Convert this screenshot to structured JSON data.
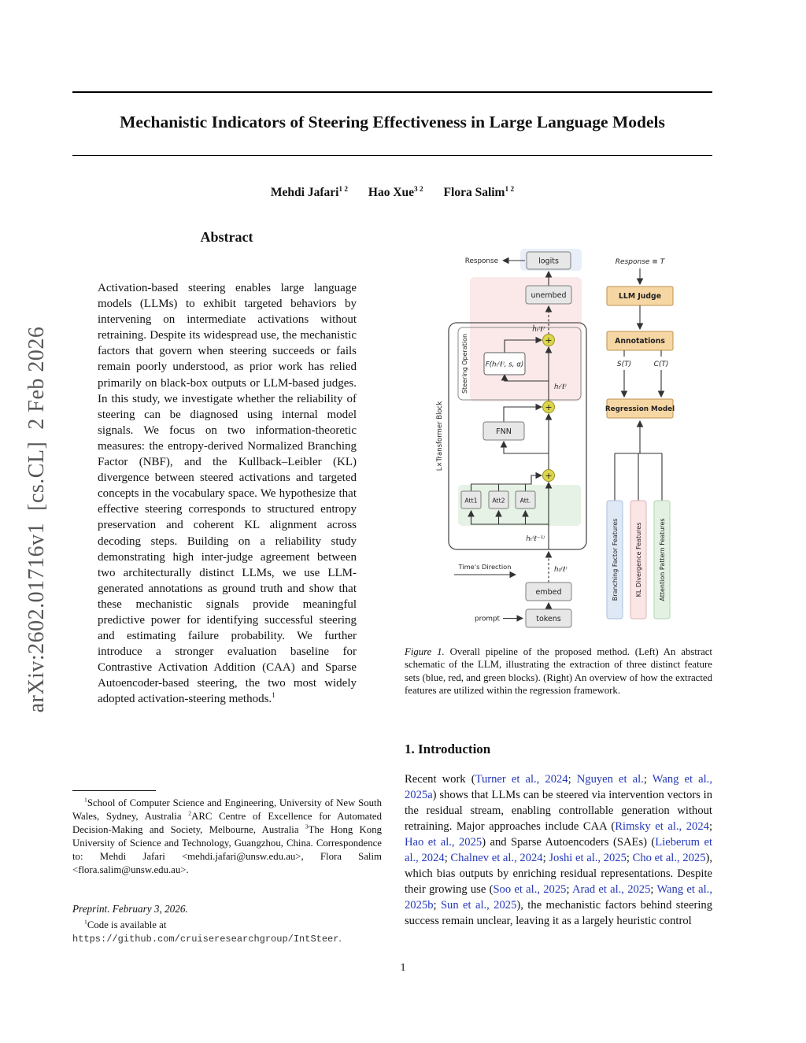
{
  "arxiv_banner": "arXiv:2602.01716v1  [cs.CL]  2 Feb 2026",
  "header": {
    "title": "Mechanistic Indicators of Steering Effectiveness in Large Language Models"
  },
  "authors": {
    "a1": {
      "name": "Mehdi Jafari",
      "sup": "1 2"
    },
    "a2": {
      "name": "Hao Xue",
      "sup": "3 2"
    },
    "a3": {
      "name": "Flora Salim",
      "sup": "1 2"
    }
  },
  "abstract": {
    "heading": "Abstract",
    "text": "Activation-based steering enables large language models (LLMs) to exhibit targeted behaviors by intervening on intermediate activations without retraining. Despite its widespread use, the mechanistic factors that govern when steering succeeds or fails remain poorly understood, as prior work has relied primarily on black-box outputs or LLM-based judges. In this study, we investigate whether the reliability of steering can be diagnosed using internal model signals. We focus on two information-theoretic measures: the entropy-derived Normalized Branching Factor (NBF), and the Kullback–Leibler (KL) divergence between steered activations and targeted concepts in the vocabulary space. We hypothesize that effective steering corresponds to structured entropy preservation and coherent KL alignment across decoding steps. Building on a reliability study demonstrating high inter-judge agreement between two architecturally distinct LLMs, we use LLM-generated annotations as ground truth and show that these mechanistic signals provide meaningful predictive power for identifying successful steering and estimating failure probability. We further introduce a stronger evaluation baseline for Contrastive Activation Addition (CAA) and Sparse Autoencoder-based steering, the two most widely adopted activation-steering methods.",
    "footnote_marker": "1"
  },
  "figure": {
    "caption_label": "Figure 1.",
    "caption_text": " Overall pipeline of the proposed method. (Left) An abstract schematic of the LLM, illustrating the extraction of three distinct feature sets (blue, red, and green blocks). (Right) An overview of how the extracted features are utilized within the regression framework.",
    "colors": {
      "branching_blue": "#e8eff8",
      "kl_red": "#fbe9e9",
      "attention_green": "#e6f2e6",
      "judge_tan": "#f6d7a4",
      "plus_yellow": "#ddd64a"
    },
    "left": {
      "response": "Response",
      "logits": "logits",
      "unembed": "unembed",
      "h_hat": "ĥₜ⁽ℓ⁾",
      "steering_op": "Steering Operation",
      "f_box": "F(hₜ⁽ℓ⁾, s, α)",
      "h_t": "hₜ⁽ℓ⁾",
      "fnn": "FNN",
      "att1": "Att1",
      "att2": "Att2",
      "att3": "Att.",
      "h_prev": "hₜ⁽ℓ⁻¹⁾",
      "transformer_block": "L×Transformer Block",
      "time_direction": "Time's Direction",
      "h0": "h₀⁽ℓ⁾",
      "embed": "embed",
      "prompt": "prompt",
      "tokens": "tokens",
      "plus": "+"
    },
    "right": {
      "response_T": "Response ≡ T",
      "llm_judge": "LLM Judge",
      "annotations": "Annotations",
      "s_t": "S(T)",
      "c_t": "C(T)",
      "regression": "Regression Model",
      "bar_bf": "Branching Factor Features",
      "bar_kl": "KL Divergence Features",
      "bar_att": "Attention Pattern Features"
    }
  },
  "footnotes": {
    "affil": {
      "sup1": "1",
      "text1": "School of Computer Science and Engineering, University of New South Wales, Sydney, Australia ",
      "sup2": "2",
      "text2": "ARC Centre of Excellence for Automated Decision-Making and Society, Melbourne, Australia ",
      "sup3": "3",
      "text3": "The Hong Kong University of Science and Technology, Guangzhou, China. Correspondence to: Mehdi Jafari <mehdi.jafari@unsw.edu.au>, Flora Salim <flora.salim@unsw.edu.au>."
    },
    "preprint": "Preprint. February 3, 2026.",
    "code": {
      "sup": "1",
      "prefix": "Code is available at ",
      "url": "https://github.com/cruiseresearchgroup/IntSteer",
      "suffix": "."
    }
  },
  "intro": {
    "heading": "1. Introduction",
    "segments": [
      {
        "t": "Recent work ("
      },
      {
        "t": "Turner et al., 2024"
      },
      {
        "t": "; "
      },
      {
        "t": "Nguyen et al."
      },
      {
        "t": "; "
      },
      {
        "t": "Wang et al., 2025a"
      },
      {
        "t": ") shows that LLMs can be steered via intervention vectors in the residual stream, enabling controllable generation without retraining. Major approaches include CAA ("
      },
      {
        "t": "Rimsky et al., 2024"
      },
      {
        "t": "; "
      },
      {
        "t": "Hao et al., 2025"
      },
      {
        "t": ") and Sparse Autoencoders (SAEs) ("
      },
      {
        "t": "Lieberum et al., 2024"
      },
      {
        "t": "; "
      },
      {
        "t": "Chalnev et al., 2024"
      },
      {
        "t": "; "
      },
      {
        "t": "Joshi et al., 2025"
      },
      {
        "t": "; "
      },
      {
        "t": "Cho et al., 2025"
      },
      {
        "t": "), which bias outputs by enriching residual representations. Despite their growing use ("
      },
      {
        "t": "Soo et al., 2025"
      },
      {
        "t": "; "
      },
      {
        "t": "Arad et al., 2025"
      },
      {
        "t": "; "
      },
      {
        "t": "Wang et al., 2025b"
      },
      {
        "t": "; "
      },
      {
        "t": "Sun et al., 2025"
      },
      {
        "t": "), the mechanistic factors behind steering success remain unclear, leaving it as a largely heuristic control"
      }
    ]
  },
  "page": {
    "number": "1"
  }
}
